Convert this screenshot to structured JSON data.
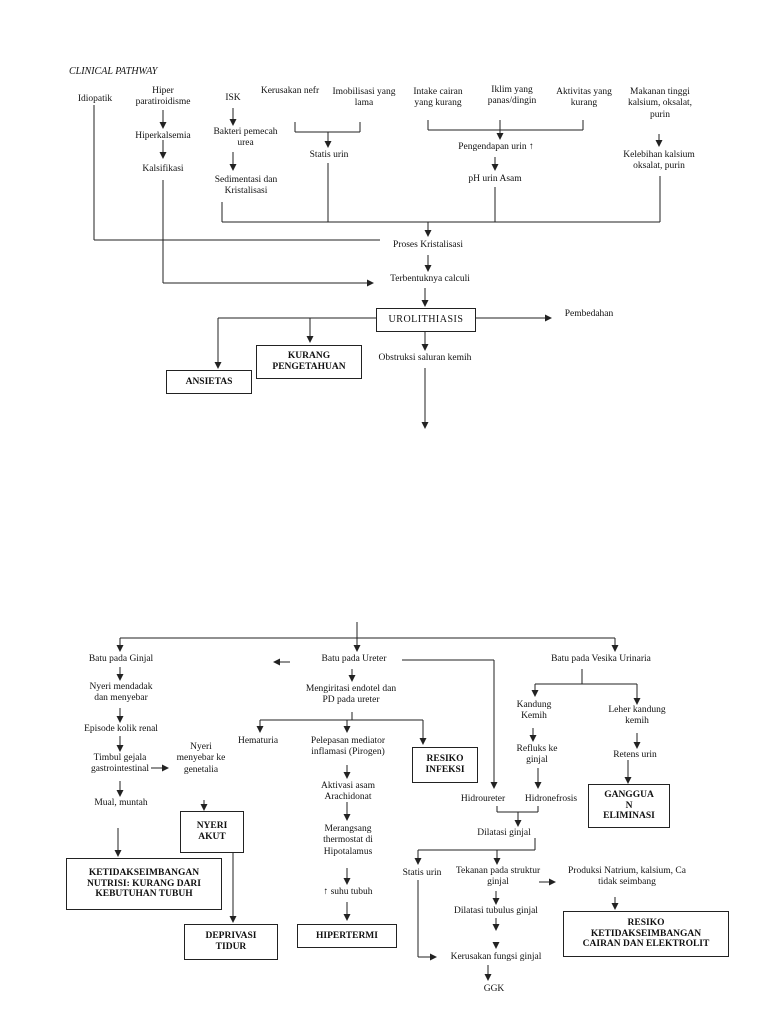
{
  "title": "CLINICAL PATHWAY",
  "top": {
    "idiopatik": "Idiopatik",
    "hiper": "Hiper\nparatiroidisme",
    "hiperkalsemia": "Hiperkalsemia",
    "kalsifikasi": "Kalsifikasi",
    "isk": "ISK",
    "bakteri": "Bakteri pemecah\nurea",
    "sedimentasi": "Sedimentasi dan\nKristalisasi",
    "kerusakan_nefron": "Kerusakan nefr",
    "imobilisasi": "Imobilisasi yang\nlama",
    "statis_urin": "Statis urin",
    "intake": "Intake cairan\nyang kurang",
    "iklim": "Iklim yang\npanas/dingin",
    "aktivitas": "Aktivitas yang\nkurang",
    "makanan": "Makanan tinggi\nkalsium, oksalat,\npurin",
    "pengendapan": "Pengendapan urin ↑",
    "ph": "pH urin Asam",
    "kelebihan": "Kelebihan kalsium\noksalat, purin",
    "proses": "Proses Kristalisasi",
    "terbentuknya": "Terbentuknya calculi",
    "urolithiasis": "UROLITHIASIS",
    "pembedahan": "Pembedahan",
    "kurang_pengetahuan": "KURANG\nPENGETAHUAN",
    "ansietas": "ANSIETAS",
    "obstruksi": "Obstruksi saluran kemih"
  },
  "bottom": {
    "batu_ginjal": "Batu pada Ginjal",
    "nyeri_mendadak": "Nyeri mendadak\ndan menyebar",
    "episode": "Episode kolik renal",
    "timbul": "Timbul gejala\ngastrointestinal",
    "mual": "Mual, muntah",
    "nyeri_menyebar": "Nyeri\nmenyebar ke\ngenetalia",
    "nyeri_akut": "NYERI\nAKUT",
    "ketidakseimbangan_nutrisi": "KETIDAKSEIMBANGAN\nNUTRISI: KURANG DARI\nKEBUTUHAN TUBUH",
    "deprivasi": "DEPRIVASI\nTIDUR",
    "batu_ureter": "Batu pada Ureter",
    "mengiritasi": "Mengiritasi endotel dan\nPD pada ureter",
    "hematuria": "Hematuria",
    "pelepasan": "Pelepasan mediator\ninflamasi (Pirogen)",
    "resiko_infeksi": "RESIKO\nINFEKSI",
    "aktivasi": "Aktivasi asam\nArachidonat",
    "merangsang": "Merangsang\nthermostat di\nHipotalamus",
    "suhu": "↑ suhu tubuh",
    "hipertermi": "HIPERTERMI",
    "batu_vesika": "Batu pada Vesika Urinaria",
    "kandung": "Kandung\nKemih",
    "refluks": "Refluks ke\nginjal",
    "hidroureter": "Hidroureter",
    "hidronefrosis": "Hidronefrosis",
    "leher": "Leher kandung\nkemih",
    "retens": "Retens urin",
    "gangguan": "GANGGUA\nN\nELIMINASI",
    "dilatasi_ginjal": "Dilatasi ginjal",
    "statis_urin2": "Statis urin",
    "tekanan": "Tekanan pada struktur\nginjal",
    "produksi": "Produksi Natrium, kalsium, Ca\ntidak seimbang",
    "dilatasi_tubulus": "Dilatasi tubulus ginjal",
    "kerusakan_fungsi": "Kerusakan fungsi ginjal",
    "ggk": "GGK",
    "resiko_cairan": "RESIKO\nKETIDAKSEIMBANGAN\nCAIRAN DAN ELEKTROLIT"
  }
}
